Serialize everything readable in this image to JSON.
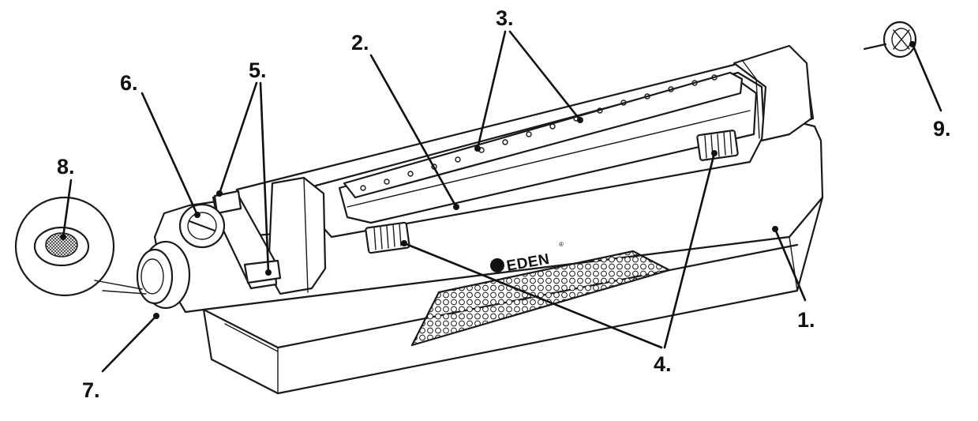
{
  "diagram": {
    "brand_text": "EDEN",
    "brand_mark": "®",
    "callouts": [
      {
        "id": "1",
        "label": "1."
      },
      {
        "id": "2",
        "label": "2."
      },
      {
        "id": "3",
        "label": "3."
      },
      {
        "id": "4",
        "label": "4."
      },
      {
        "id": "5",
        "label": "5."
      },
      {
        "id": "6",
        "label": "6."
      },
      {
        "id": "7",
        "label": "7."
      },
      {
        "id": "8",
        "label": "8."
      },
      {
        "id": "9",
        "label": "9."
      }
    ]
  },
  "colors": {
    "line": "#1a1a1a",
    "background": "#ffffff",
    "text": "#111111"
  },
  "icons": {
    "brand_logo": "eden-flower-logo-icon",
    "filter_screen": "mesh-filter-icon",
    "end_cap": "end-cap-plug-icon",
    "vent_grille": "hex-grille-icon",
    "grip_pads": "ribbed-grip-icon"
  }
}
